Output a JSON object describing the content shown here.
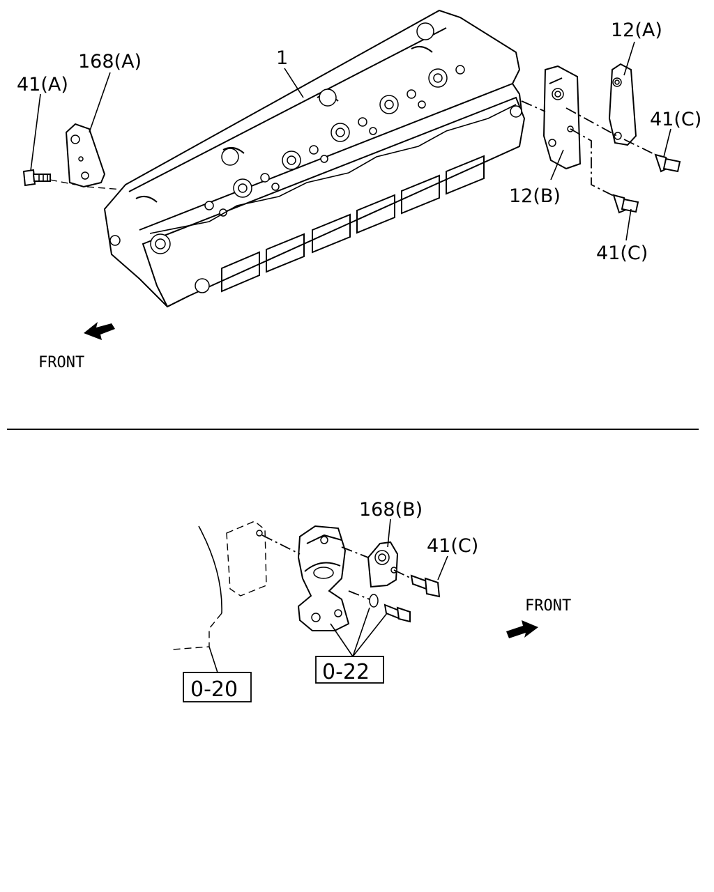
{
  "top": {
    "labels": {
      "part_1": "1",
      "part_168a": "168(A)",
      "part_41a": "41(A)",
      "part_12a": "12(A)",
      "part_12b": "12(B)",
      "part_41c_upper": "41(C)",
      "part_41c_lower": "41(C)"
    },
    "front": "FRONT"
  },
  "bottom": {
    "labels": {
      "part_168b": "168(B)",
      "part_41c": "41(C)"
    },
    "front": "FRONT",
    "refs": {
      "ref_0_20": "0-20",
      "ref_0_22": "0-22"
    }
  }
}
